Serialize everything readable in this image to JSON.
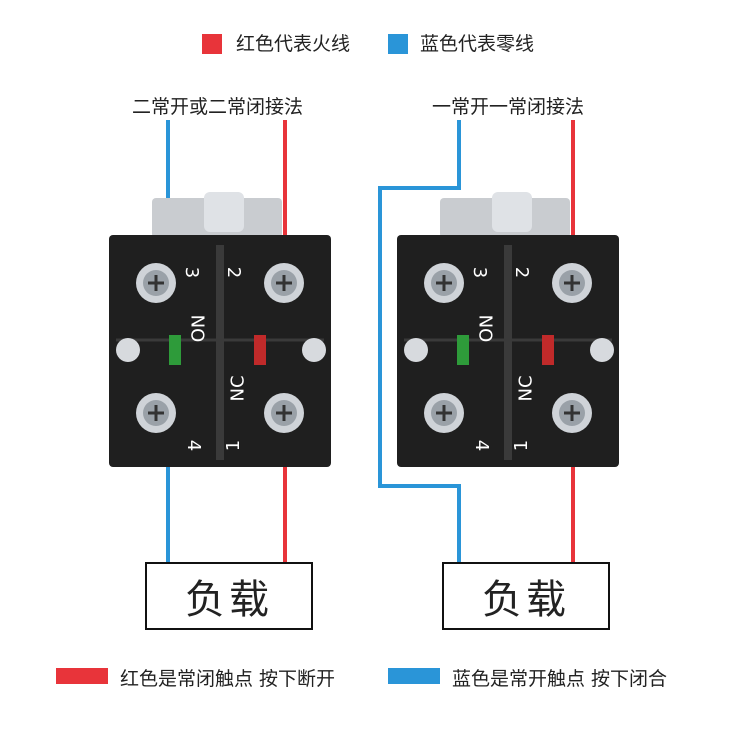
{
  "legend_top": {
    "red_label": "红色代表火线",
    "blue_label": "蓝色代表零线"
  },
  "left": {
    "title": "二常开或二常闭接法",
    "load": "负载",
    "terminals": [
      "3",
      "2",
      "NO",
      "NC",
      "4",
      "1"
    ]
  },
  "right": {
    "title": "一常开一常闭接法",
    "load": "负载",
    "terminals": [
      "3",
      "2",
      "NO",
      "NC",
      "4",
      "1"
    ]
  },
  "legend_bottom": {
    "red_label": "红色是常闭触点  按下断开",
    "blue_label": "蓝色是常开触点  按下闭合"
  },
  "colors": {
    "live": "#e8343a",
    "neutral": "#2a95d8",
    "body": "#1f1f1f"
  }
}
